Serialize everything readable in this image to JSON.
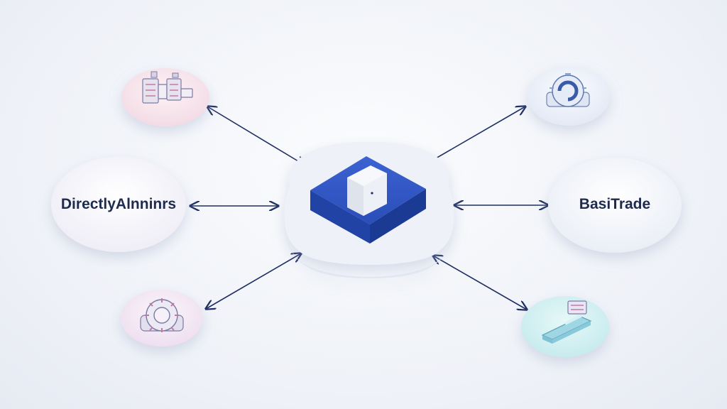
{
  "diagram": {
    "nodes": [
      {
        "id": "top-left",
        "label": "",
        "icon": "circuit-chip-icon",
        "tint": "#f6dfe8"
      },
      {
        "id": "mid-left",
        "label": "DirectlyAlnninrs",
        "icon": "",
        "tint": "#f3f0f8"
      },
      {
        "id": "bottom-left",
        "label": "",
        "icon": "gear-ring-icon",
        "tint": "#f2e6f1"
      },
      {
        "id": "center",
        "label": "",
        "icon": "blue-cube-platform-icon",
        "tint": "#2f56c4"
      },
      {
        "id": "top-right",
        "label": "",
        "icon": "ring-chip-icon",
        "tint": "#e3e9f6"
      },
      {
        "id": "mid-right",
        "label": "BasiTrade",
        "icon": "",
        "tint": "#eef1f7"
      },
      {
        "id": "bottom-right",
        "label": "",
        "icon": "layered-tile-icon",
        "tint": "#cdeef0"
      }
    ],
    "edges": [
      {
        "from": "top-left",
        "to": "center",
        "style": "bidirectional"
      },
      {
        "from": "mid-left",
        "to": "center",
        "style": "bidirectional"
      },
      {
        "from": "bottom-left",
        "to": "center",
        "style": "bidirectional"
      },
      {
        "from": "top-right",
        "to": "center",
        "style": "bidirectional"
      },
      {
        "from": "mid-right",
        "to": "center",
        "style": "bidirectional"
      },
      {
        "from": "bottom-right",
        "to": "center",
        "style": "bidirectional"
      }
    ],
    "colors": {
      "arrow": "#1f2f63",
      "cube_blue": "#2f56c4",
      "label_text": "#1e2b4f"
    }
  }
}
